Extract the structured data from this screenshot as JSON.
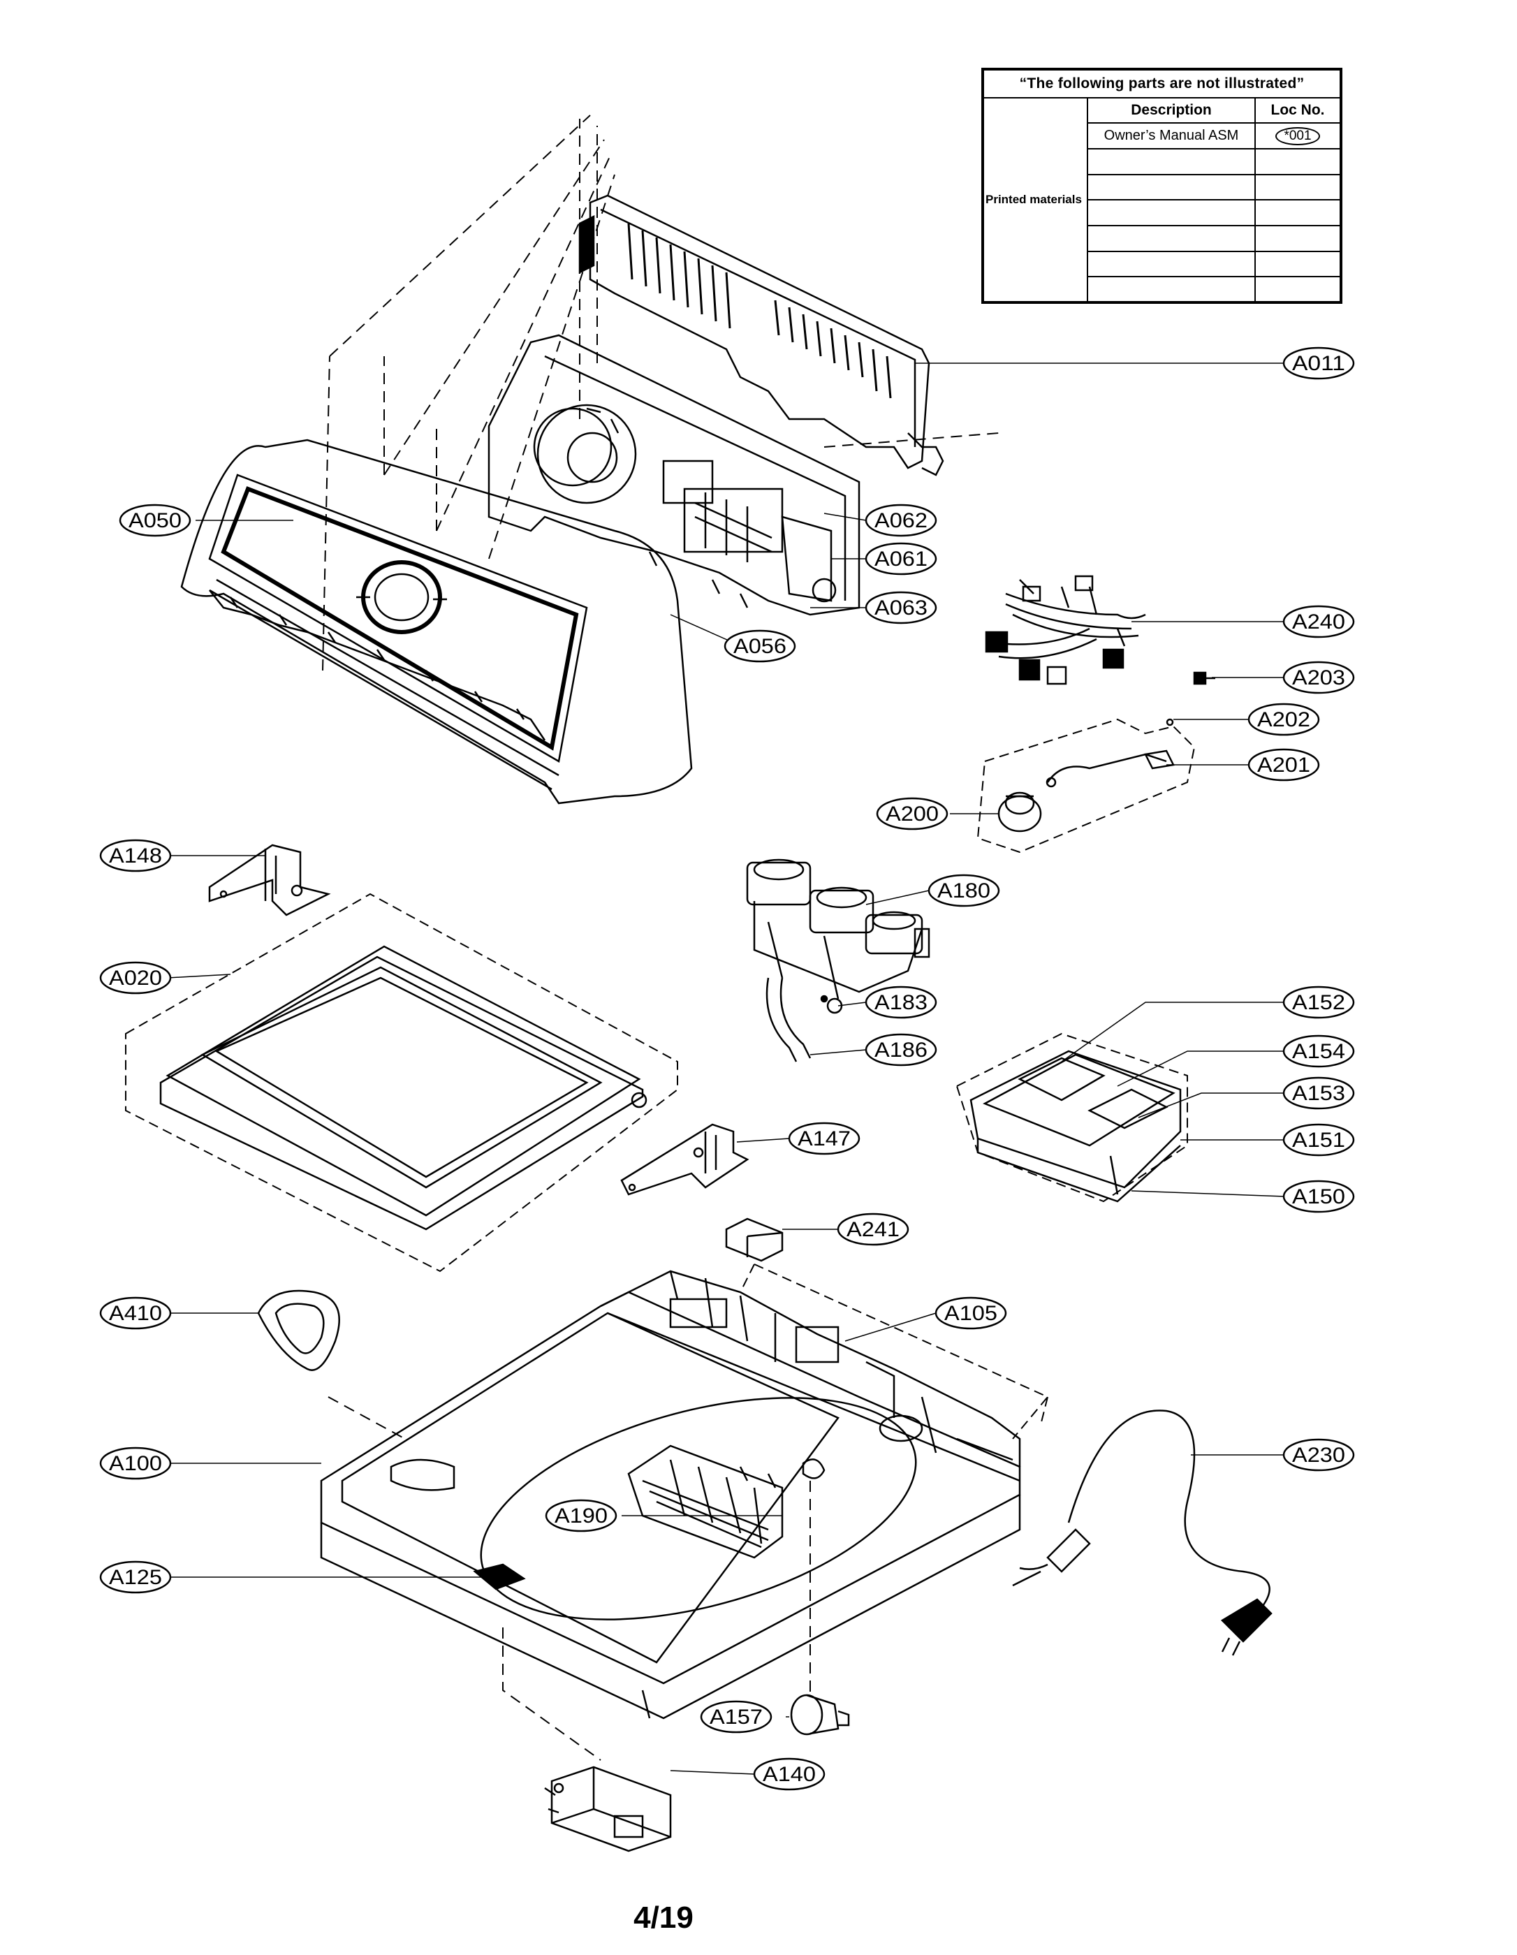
{
  "table": {
    "title": "“The following parts are not illustrated”",
    "col_description": "Description",
    "col_loc": "Loc No.",
    "category": "Printed materials",
    "row1_description": "Owner’s Manual ASM",
    "row1_loc": "*001"
  },
  "callouts": [
    "A011",
    "A050",
    "A062",
    "A061",
    "A063",
    "A056",
    "A240",
    "A203",
    "A202",
    "A201",
    "A200",
    "A148",
    "A180",
    "A020",
    "A183",
    "A186",
    "A152",
    "A154",
    "A153",
    "A151",
    "A150",
    "A147",
    "A241",
    "A410",
    "A105",
    "A100",
    "A230",
    "A190",
    "A125",
    "A157",
    "A140"
  ],
  "page_number": "4/19"
}
